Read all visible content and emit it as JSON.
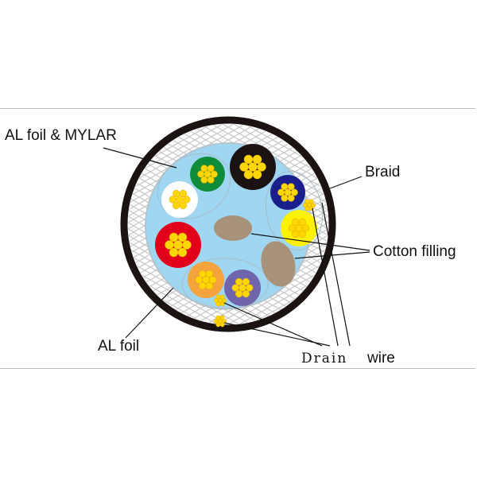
{
  "labels": {
    "al_foil_mylar": "AL foil & MYLAR",
    "braid": "Braid",
    "cotton_filling": "Cotton filling",
    "al_foil": "AL foil",
    "drain": "Drain",
    "wire": "wire"
  },
  "colors": {
    "jacket": "#1a1311",
    "core_fill": "#9fd6f2",
    "cotton": "#a8927a",
    "strand": "#ffd700",
    "conductors": [
      "#0e8c3a",
      "#ffffff",
      "#1a1311",
      "#1a1f8c",
      "#fff200",
      "#e3001b",
      "#f5a33c",
      "#7065ad"
    ]
  }
}
